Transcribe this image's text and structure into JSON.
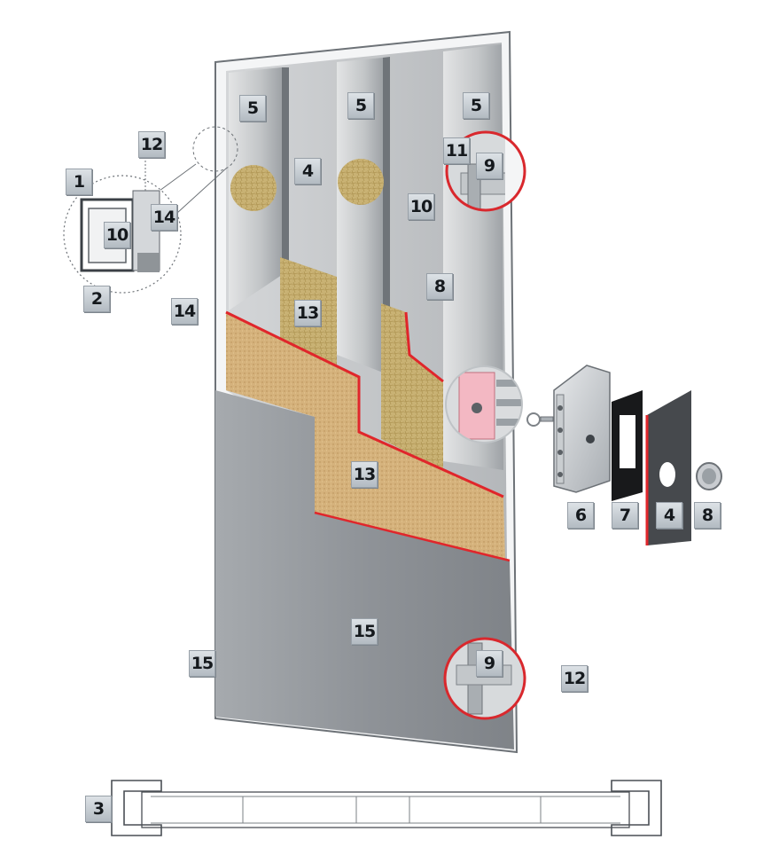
{
  "colors": {
    "panel_steel": "#9a9ea3",
    "frame_white": "#f2f3f4",
    "stiffener": "#c9ccce",
    "mineral_wool": "#c9b274",
    "chipboard": "#d5b27c",
    "red_edge": "#e0262b",
    "tag_bg": "#c4cacf",
    "tag_text": "#15191d"
  },
  "labels": {
    "frame_detail": "1",
    "frame_section": "2",
    "bottom_section": "3",
    "stiffener_center": "4",
    "accessory_plate": "4",
    "rib_left": "5",
    "rib_middle": "5",
    "rib_right": "5",
    "lock": "6",
    "lock_gasket": "7",
    "panel_inner": "8",
    "cylinder_cap": "8",
    "hinge_top": "9",
    "hinge_bottom": "9",
    "detail_gasket": "10",
    "panel_seal": "10",
    "top_pin": "11",
    "detail_top": "12",
    "right_side": "12",
    "wool_upper": "13",
    "chipboard_layer": "13",
    "detail_seal_upper": "14",
    "detail_seal_lower": "14",
    "outer_sheet": "15",
    "left_edge": "15"
  }
}
